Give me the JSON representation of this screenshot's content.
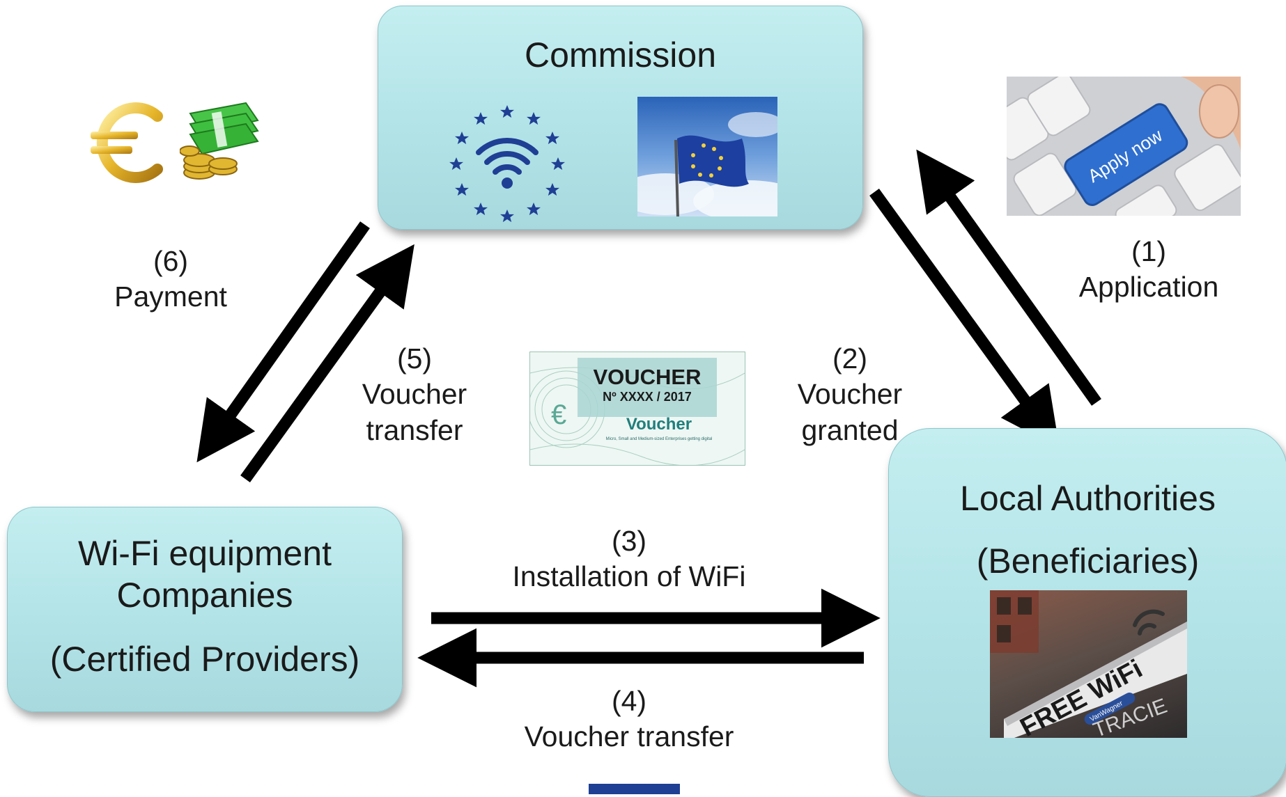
{
  "nodes": {
    "commission": {
      "title": "Commission"
    },
    "local_authorities": {
      "title": "Local Authorities",
      "subtitle": "(Beneficiaries)"
    },
    "wifi_companies": {
      "title_line1": "Wi-Fi equipment",
      "title_line2": "Companies",
      "subtitle": "(Certified Providers)"
    }
  },
  "steps": [
    {
      "number": "(1)",
      "label": "Application"
    },
    {
      "number": "(2)",
      "label_line1": "Voucher",
      "label_line2": "granted"
    },
    {
      "number": "(3)",
      "label": "Installation of WiFi"
    },
    {
      "number": "(4)",
      "label": "Voucher transfer"
    },
    {
      "number": "(5)",
      "label_line1": "Voucher",
      "label_line2": "transfer"
    },
    {
      "number": "(6)",
      "label": "Payment"
    }
  ],
  "images": {
    "apply_key_text": "Apply now",
    "voucher_title": "VOUCHER",
    "voucher_number": "Nº XXXX / 2017",
    "voucher_name": "Voucher",
    "voucher_small": "Micro, Small and Medium-sized Enterprises getting digital",
    "free_wifi_text": "FREE WiFi",
    "free_wifi_badge": "VanWagner",
    "street_text": "TRACIE"
  },
  "colors": {
    "box_fill": "#b5e6ea",
    "arrow": "#000000",
    "eu_blue": "#1f3f95",
    "euro_gold": "#e0b020",
    "cash_green": "#3fbf3f"
  },
  "icons": [
    "euro-icon",
    "cash-icon",
    "eu-wifi-logo-icon",
    "eu-flag-icon",
    "apply-now-key-icon",
    "voucher-icon",
    "free-wifi-sign-icon"
  ]
}
